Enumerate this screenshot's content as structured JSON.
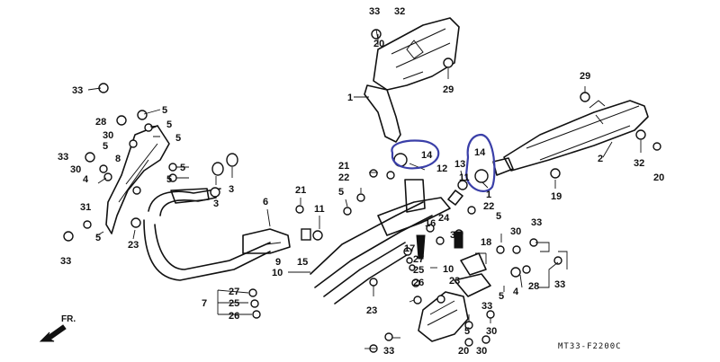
{
  "diagram": {
    "code": "MT33-F2200C",
    "direction_label": "FR.",
    "highlight_color": "#3a3fa8",
    "callouts": [
      "33",
      "20",
      "32",
      "29",
      "1",
      "14",
      "14",
      "21",
      "22",
      "12",
      "13",
      "11",
      "1",
      "22",
      "2",
      "32",
      "20",
      "29",
      "19",
      "33",
      "28",
      "30",
      "5",
      "5",
      "33",
      "30",
      "4",
      "8",
      "3",
      "3",
      "21",
      "11",
      "16",
      "5",
      "24",
      "34",
      "17",
      "25",
      "27",
      "10",
      "10",
      "26",
      "23",
      "15",
      "9",
      "6",
      "7",
      "27",
      "25",
      "26",
      "31",
      "5",
      "23",
      "33",
      "33",
      "18",
      "5",
      "30",
      "33",
      "28",
      "4",
      "5",
      "33",
      "23",
      "30",
      "5",
      "30",
      "20",
      "33"
    ]
  }
}
